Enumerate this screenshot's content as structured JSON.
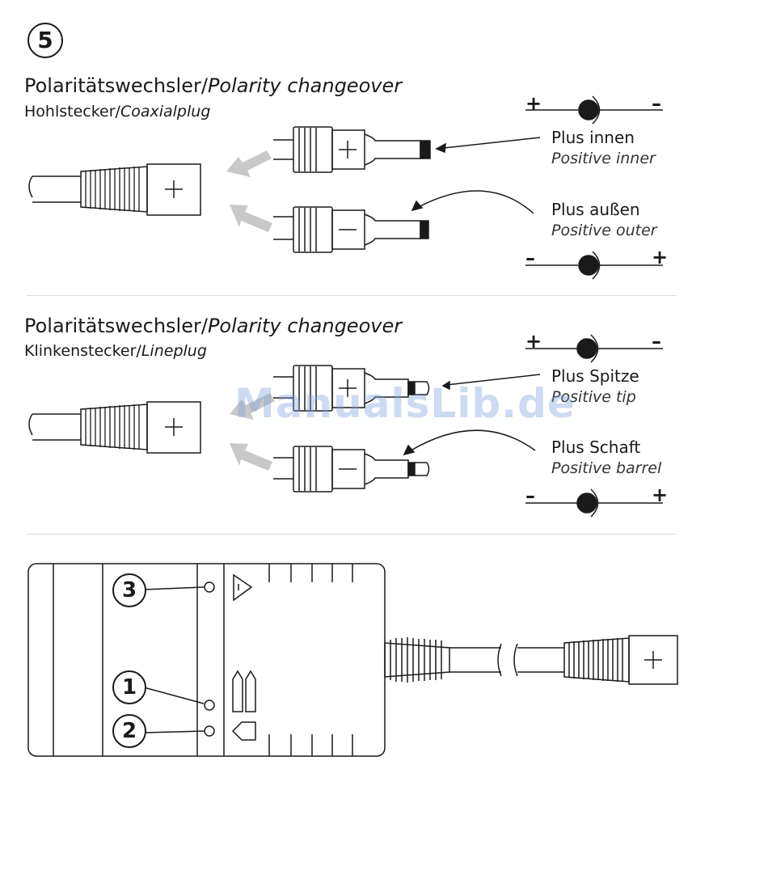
{
  "step_number": "5",
  "section1": {
    "title_de": "Polaritätswechsler/",
    "title_en": "Polarity changeover",
    "subtitle_de": "Hohlstecker/",
    "subtitle_en": "Coaxialplug",
    "label_inner_de": "Plus innen",
    "label_inner_en": "Positive inner",
    "label_outer_de": "Plus außen",
    "label_outer_en": "Positive outer"
  },
  "section2": {
    "title_de": "Polaritätswechsler/",
    "title_en": "Polarity changeover",
    "subtitle_de": "Klinkenstecker/",
    "subtitle_en": "Lineplug",
    "label_tip_de": "Plus Spitze",
    "label_tip_en": "Positive tip",
    "label_barrel_de": "Plus Schaft",
    "label_barrel_en": "Positive barrel"
  },
  "symbols": {
    "plus": "+",
    "minus": "–"
  },
  "device_callouts": [
    "3",
    "1",
    "2"
  ],
  "watermark": "ManualsLib.de",
  "colors": {
    "line": "#1a1a1a",
    "arrow_gray": "#c8c8c8",
    "watermark": "#8fb0e0"
  }
}
